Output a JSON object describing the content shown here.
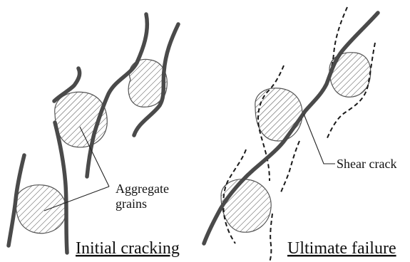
{
  "labels": {
    "aggregate_line1": "Aggregate",
    "aggregate_line2": "grains",
    "shear_crack": "Shear crack",
    "initial_caption": "Initial cracking",
    "ultimate_caption": "Ultimate failure"
  }
}
